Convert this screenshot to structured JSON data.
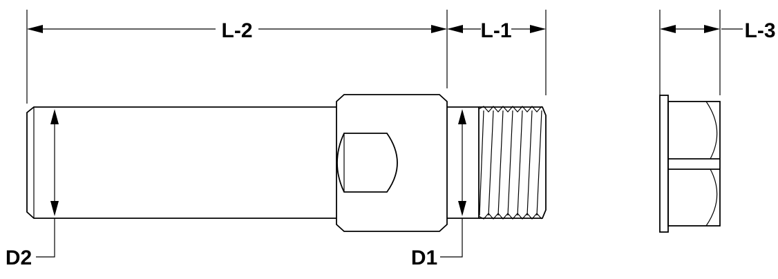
{
  "labels": {
    "l2": "L-2",
    "l1": "L-1",
    "l3": "L-3",
    "d1": "D1",
    "d2": "D2"
  }
}
